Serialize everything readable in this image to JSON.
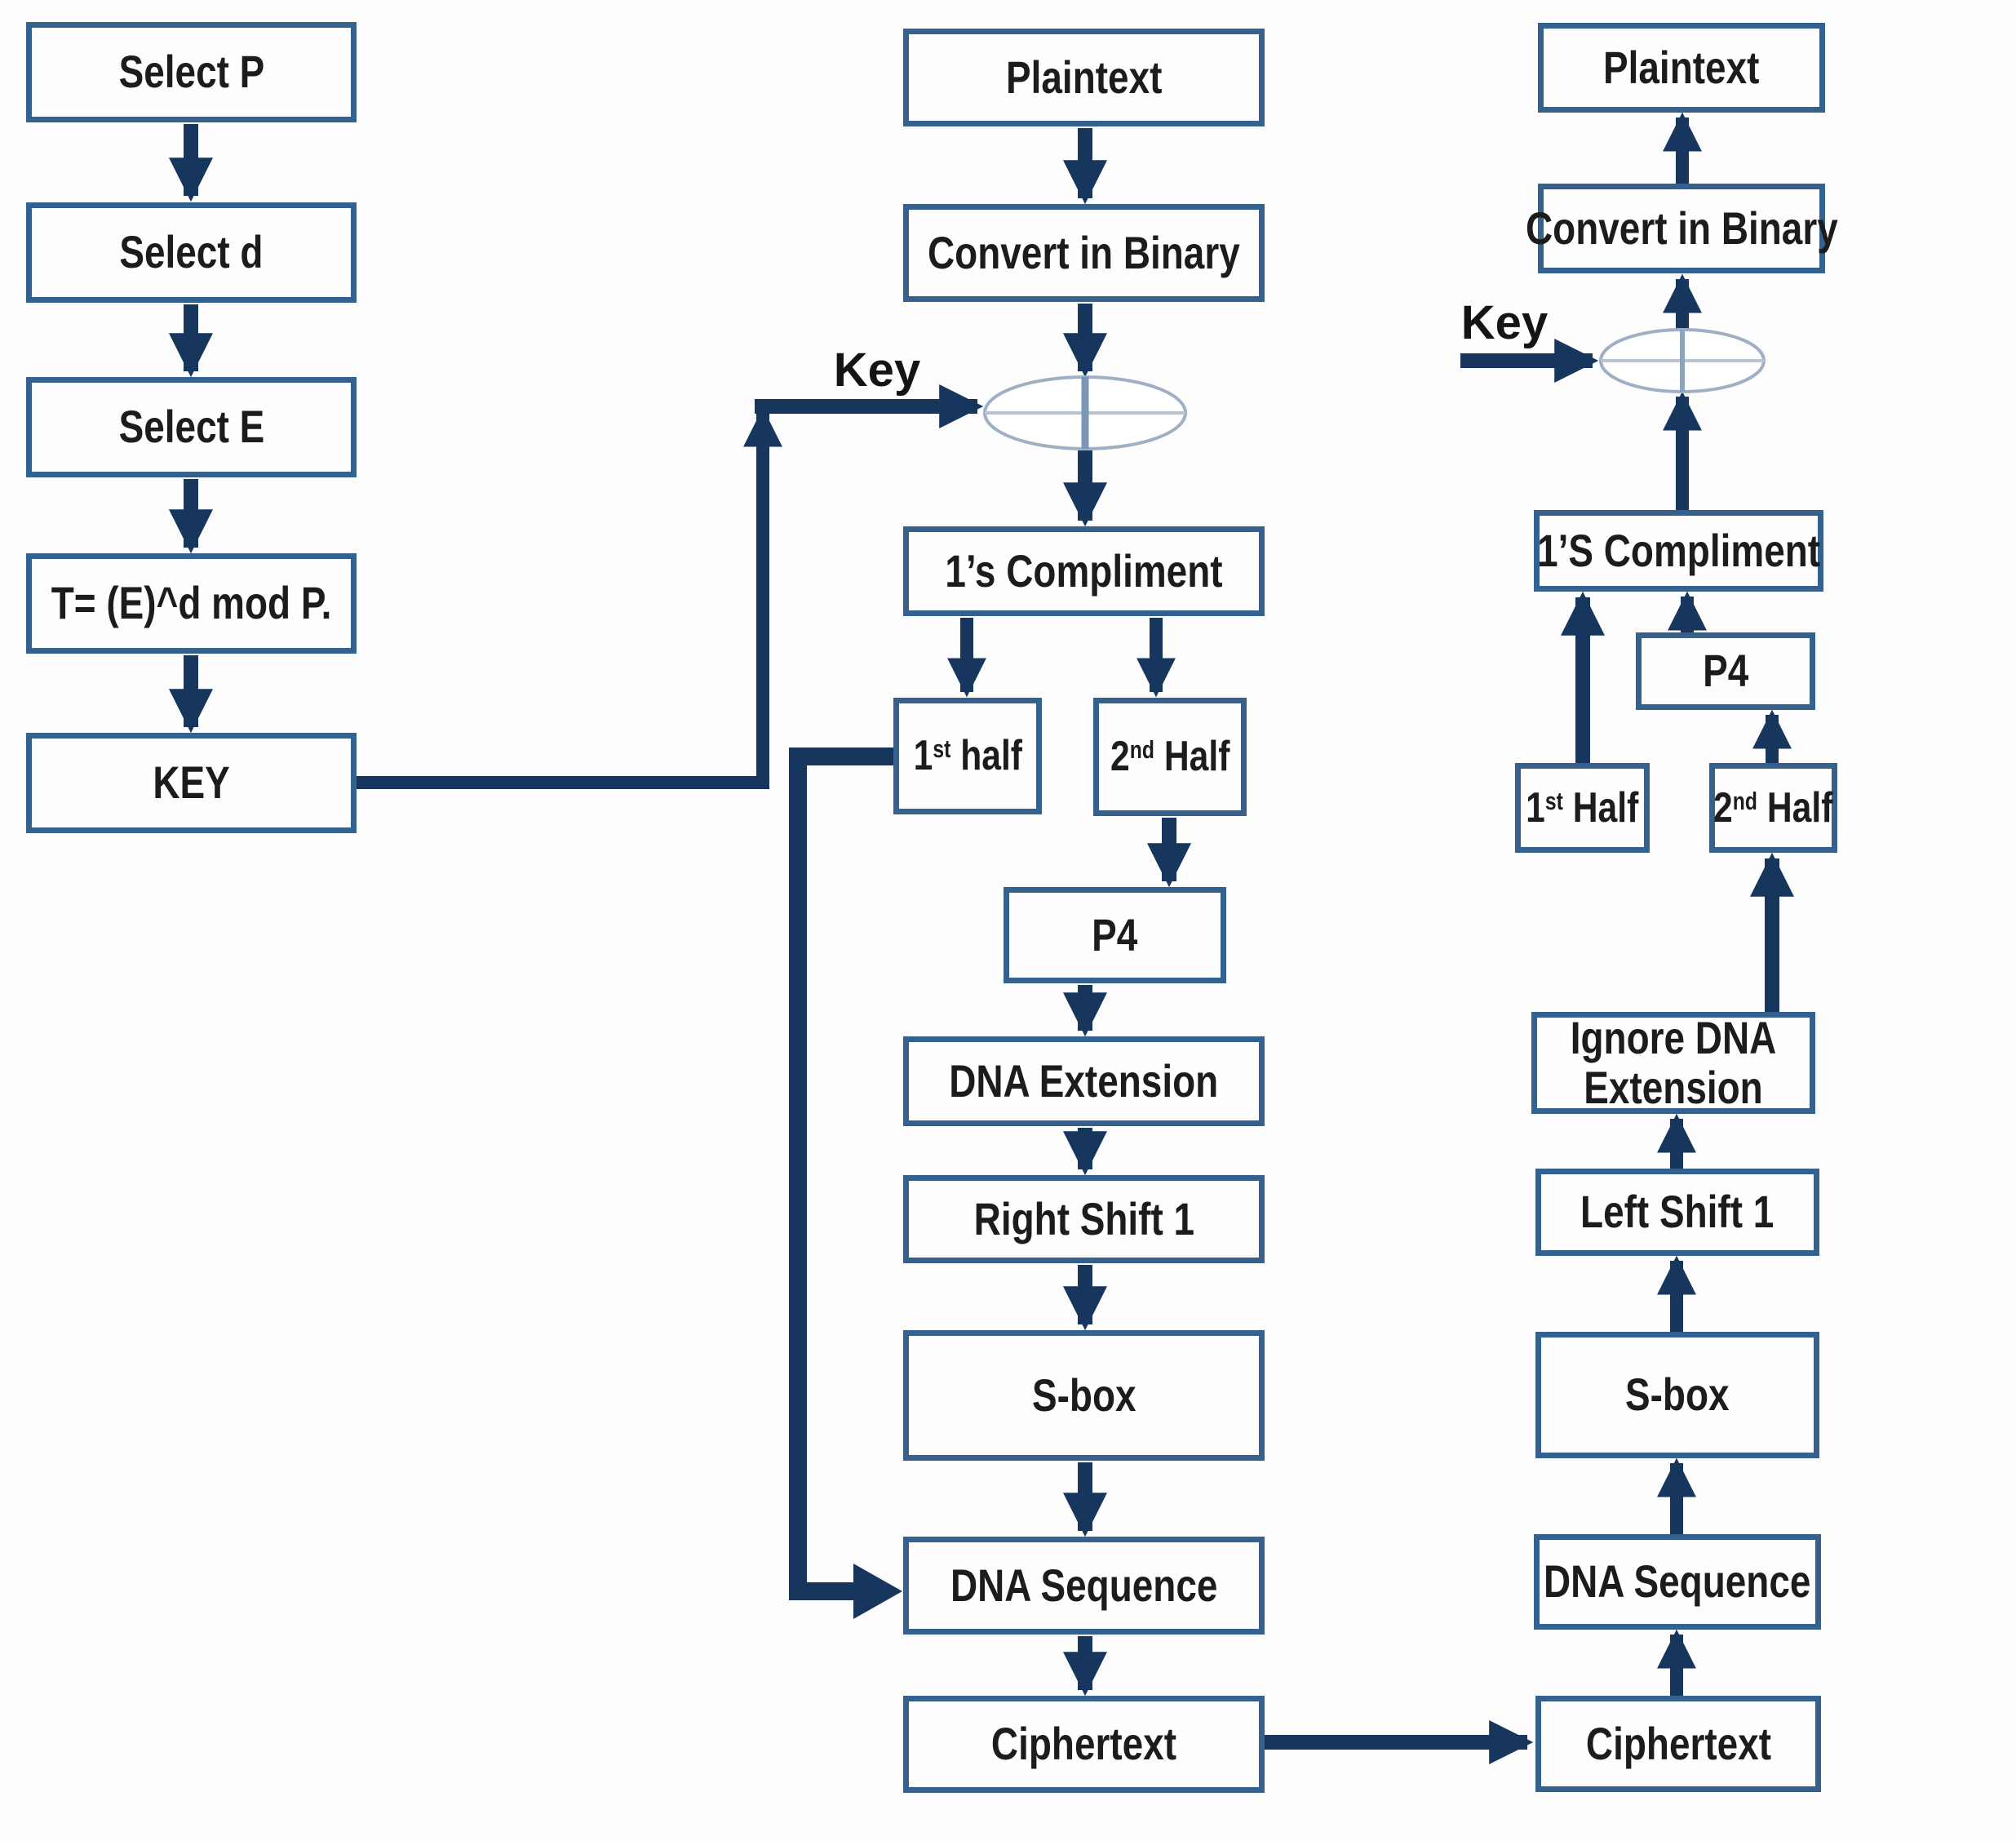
{
  "key_generation": {
    "select_p": "Select P",
    "select_d": "Select d",
    "select_e": "Select E",
    "formula": "T= (E)^d mod P.",
    "key": "KEY"
  },
  "encryption": {
    "plaintext": "Plaintext",
    "convert_in_binary": "Convert in Binary",
    "key_label": "Key",
    "ones_compliment": "1’s Compliment",
    "first_half": {
      "base": "1",
      "sup": "st",
      "rest": " half"
    },
    "second_half": {
      "base": "2",
      "sup": "nd",
      "rest": " Half"
    },
    "p4": "P4",
    "dna_extension": "DNA Extension",
    "right_shift_1": "Right Shift 1",
    "s_box": "S-box",
    "dna_sequence": "DNA Sequence",
    "ciphertext": "Ciphertext"
  },
  "decryption": {
    "plaintext": "Plaintext",
    "convert_in_binary": "Convert in Binary",
    "key_label": "Key",
    "ones_compliment": "1’S Compliment",
    "p4": "P4",
    "first_half": {
      "base": "1",
      "sup": "st",
      "rest": " Half"
    },
    "second_half": {
      "base": "2",
      "sup": "nd",
      "rest": " Half"
    },
    "ignore_dna_extension": {
      "line1": "Ignore DNA",
      "line2": "Extension"
    },
    "left_shift_1": "Left Shift 1",
    "s_box": "S-box",
    "dna_sequence": "DNA Sequence",
    "ciphertext": "Ciphertext"
  },
  "colors": {
    "box_border": "#35618e",
    "arrow": "#17365d",
    "text": "#1c1c1c",
    "xor_outline": "#9fb0c4"
  }
}
